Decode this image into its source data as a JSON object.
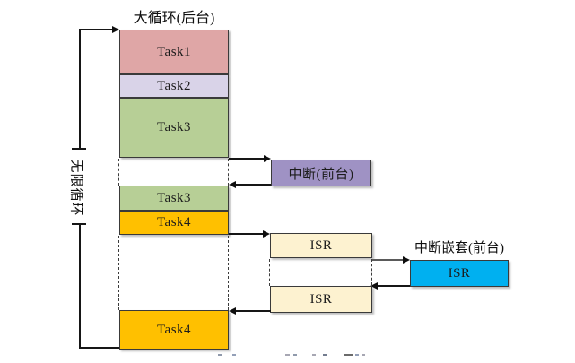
{
  "title": "大循环(后台)",
  "loop_label": "无限循环",
  "background": {
    "tasks": [
      {
        "label": "Task1",
        "color": "#dfa6a6"
      },
      {
        "label": "Task2",
        "color": "#d9d3e8"
      },
      {
        "label": "Task3",
        "color": "#b7cf96"
      },
      {
        "label": "Task3",
        "color": "#b7cf96"
      },
      {
        "label": "Task4",
        "color": "#ffc000"
      },
      {
        "label": "Task4",
        "color": "#ffc000"
      }
    ]
  },
  "foreground": {
    "interrupt": {
      "label": "中断(前台)",
      "color": "#9f92c4"
    },
    "isr_first": {
      "label": "ISR",
      "color": "#fdf2d0"
    },
    "isr_second": {
      "label": "ISR",
      "color": "#fdf2d0"
    },
    "nested": {
      "title": "中断嵌套(前台)",
      "isr_label": "ISR",
      "color": "#00b0f0"
    }
  },
  "colors": {
    "line": "#161616",
    "border": "#3a3a3a",
    "task1": "#dfa6a6",
    "task2": "#d9d3e8",
    "task3": "#b7cf96",
    "task4": "#ffc000",
    "interrupt": "#9f92c4",
    "isr": "#fdf2d0",
    "nested_isr": "#00b0f0"
  }
}
